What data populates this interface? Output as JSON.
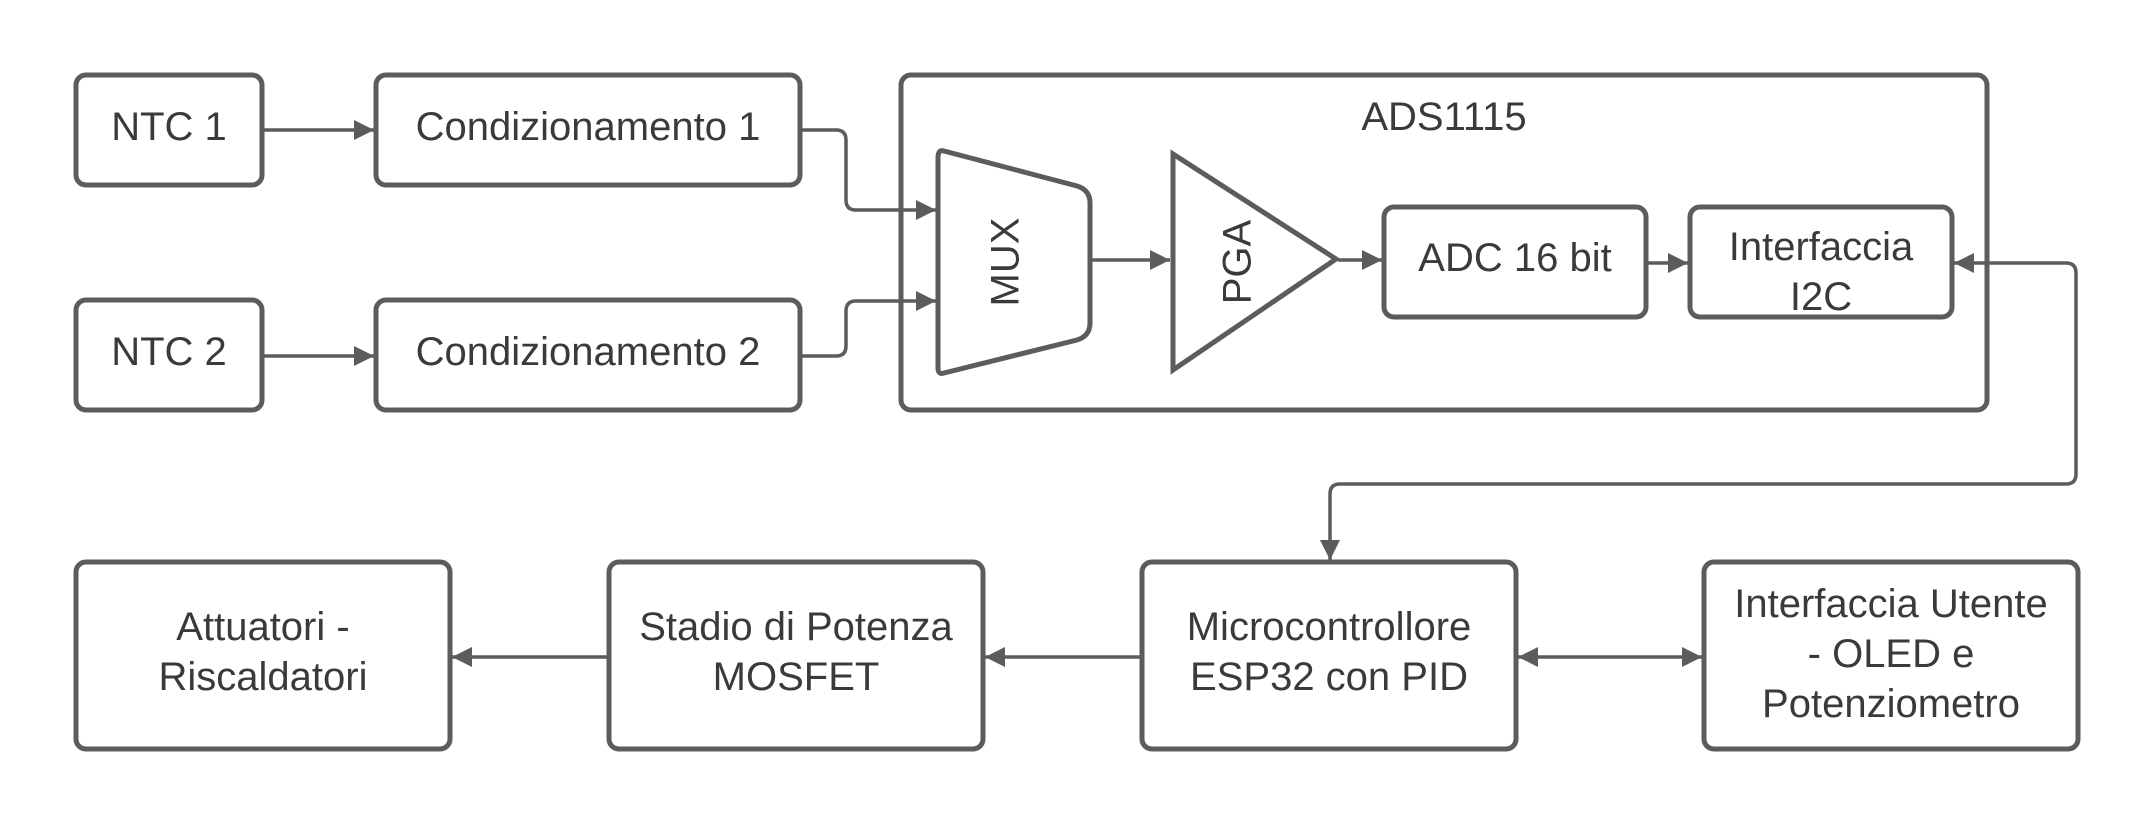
{
  "diagram": {
    "ntc1": "NTC 1",
    "ntc2": "NTC 2",
    "cond1": "Condizionamento 1",
    "cond2": "Condizionamento 2",
    "ads_title": "ADS1115",
    "mux": "MUX",
    "pga": "PGA",
    "adc": "ADC 16 bit",
    "i2c_line1": "Interfaccia",
    "i2c_line2": "I2C",
    "mcu_line1": "Microcontrollore",
    "mcu_line2": "ESP32 con PID",
    "ui_line1": "Interfaccia Utente",
    "ui_line2": "- OLED e",
    "ui_line3": "Potenziometro",
    "power_line1": "Stadio di Potenza",
    "power_line2": "MOSFET",
    "act_line1": "Attuatori -",
    "act_line2": "Riscaldatori"
  },
  "colors": {
    "stroke": "#5c5c5c",
    "text": "#3a3a3a",
    "background": "#ffffff"
  }
}
